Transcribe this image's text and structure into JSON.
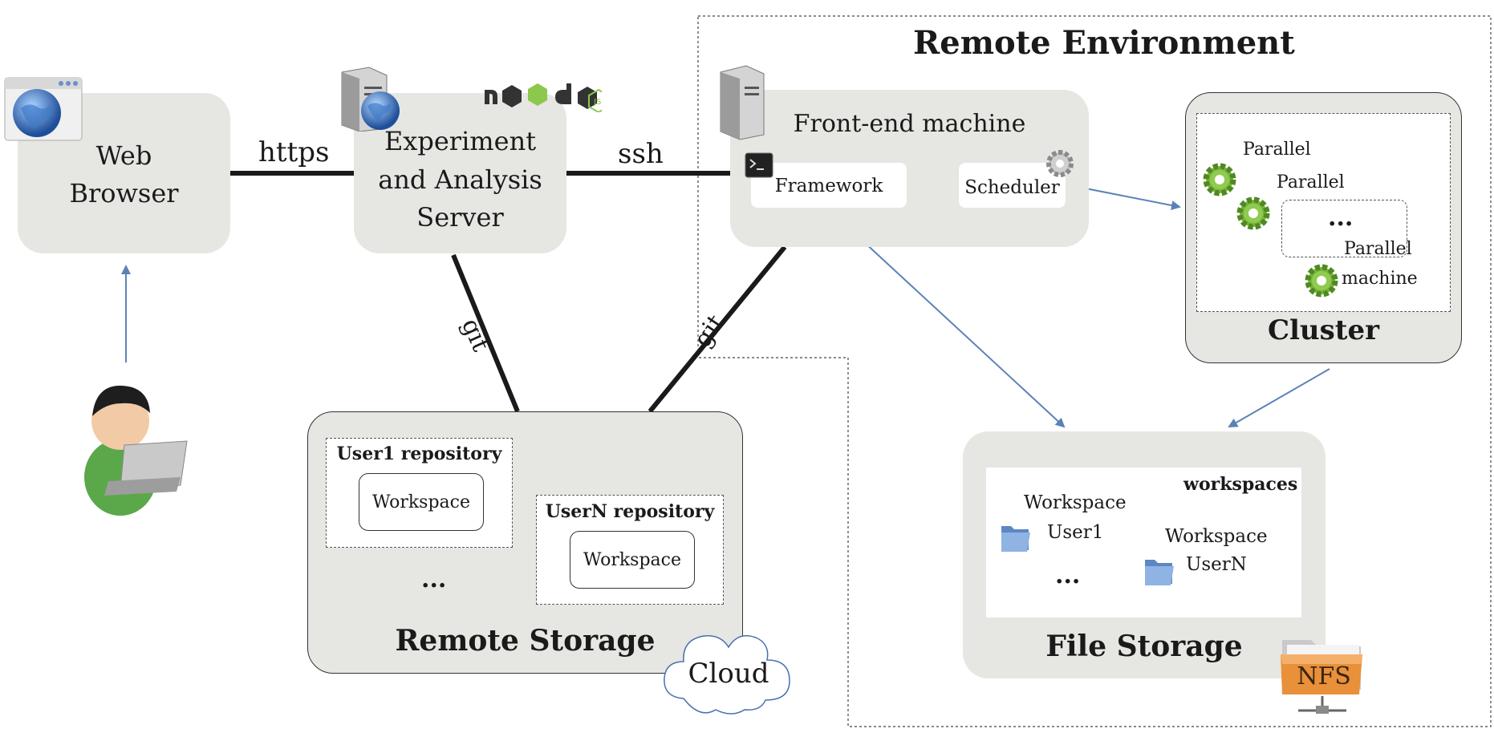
{
  "nodes": {
    "web_browser": {
      "line1": "Web",
      "line2": "Browser"
    },
    "server": {
      "line1": "Experiment",
      "line2": "and Analysis",
      "line3": "Server",
      "logo": "node"
    },
    "remote_env": {
      "title": "Remote Environment"
    },
    "frontend": {
      "title": "Front-end machine",
      "framework": "Framework",
      "scheduler": "Scheduler"
    },
    "cluster": {
      "title": "Cluster",
      "machine_a": "Parallel",
      "machine_b": "Parallel",
      "ellipsis": "...",
      "machine_c_line1": "Parallel",
      "machine_c_line2": "machine"
    },
    "file_storage": {
      "title": "File Storage",
      "workspaces_label": "workspaces",
      "ws1_line1": "Workspace",
      "ws1_line2": "User1",
      "wsn_line1": "Workspace",
      "wsn_line2": "UserN",
      "ellipsis": "...",
      "nfs_label": "NFS"
    },
    "remote_storage": {
      "title": "Remote Storage",
      "repo1": "User1 repository",
      "repo1_workspace": "Workspace",
      "repon": "UserN repository",
      "repon_workspace": "Workspace",
      "ellipsis": "...",
      "cloud_label": "Cloud"
    }
  },
  "edges": {
    "https": "https",
    "ssh": "ssh",
    "git_server": "git",
    "git_frontend": "git"
  },
  "colors": {
    "box_fill": "#e6e6e2",
    "arrow_blue": "#5b82b8",
    "gear_green": "#7cb342",
    "folder_blue": "#7fa6d6",
    "nfs_orange": "#e8913a"
  }
}
